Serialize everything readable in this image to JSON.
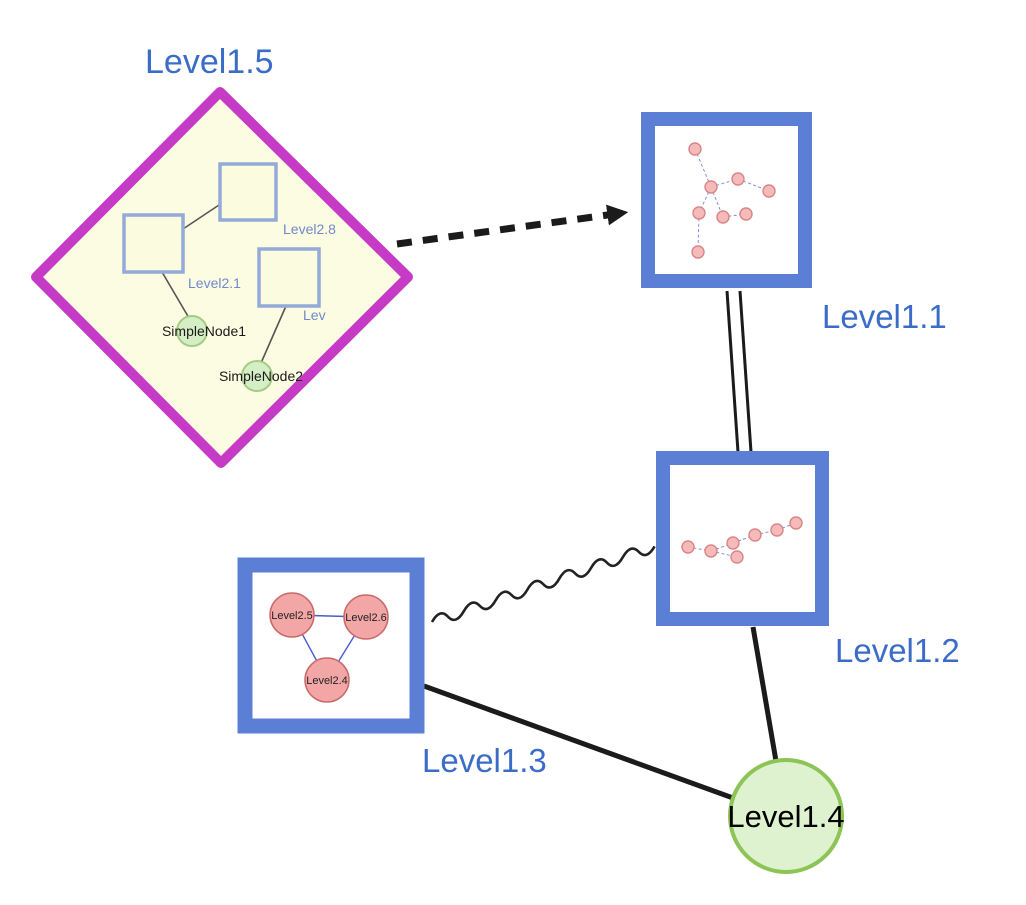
{
  "nodes": {
    "level15": {
      "label": "Level1.5"
    },
    "level11": {
      "label": "Level1.1"
    },
    "level12": {
      "label": "Level1.2"
    },
    "level13": {
      "label": "Level1.3"
    },
    "level14": {
      "label": "Level1.4"
    },
    "level15_children": {
      "squares": [
        {
          "label": "Level2.8"
        },
        {
          "label": "Level2.1"
        },
        {
          "label": "Lev"
        }
      ],
      "simple_nodes": [
        {
          "label": "SimpleNode1"
        },
        {
          "label": "SimpleNode2"
        }
      ]
    },
    "level13_children": [
      {
        "label": "Level2.5"
      },
      {
        "label": "Level2.6"
      },
      {
        "label": "Level2.4"
      }
    ]
  },
  "edges": [
    {
      "from": "Level1.5",
      "to": "Level1.1",
      "style": "thick-dashed-arrow"
    },
    {
      "from": "Level1.1",
      "to": "Level1.2",
      "style": "double-parallel-line"
    },
    {
      "from": "Level1.3",
      "to": "Level1.2",
      "style": "wavy-line"
    },
    {
      "from": "Level1.3",
      "to": "Level1.4",
      "style": "solid-line"
    },
    {
      "from": "Level1.2",
      "to": "Level1.4",
      "style": "solid-line"
    },
    {
      "from": "Level2.1",
      "to": "Level2.8",
      "style": "thin-solid"
    },
    {
      "from": "Level2.1",
      "to": "SimpleNode1",
      "style": "thin-solid"
    },
    {
      "from": "Lev",
      "to": "SimpleNode2",
      "style": "thin-solid"
    },
    {
      "from": "Level2.5",
      "to": "Level2.6",
      "style": "thin-solid-blue"
    },
    {
      "from": "Level2.5",
      "to": "Level2.4",
      "style": "thin-solid-blue"
    },
    {
      "from": "Level2.6",
      "to": "Level2.4",
      "style": "thin-solid-blue"
    }
  ],
  "colors": {
    "label_blue": "#3a6cc8",
    "group_border_blue": "#5b7fd4",
    "diamond_magenta": "#c63bc6",
    "diamond_fill": "#fcfce2",
    "inner_square_border": "#94aad8",
    "inner_square_fill": "#fbfbdf",
    "simple_node_fill": "#d6eec6",
    "simple_node_border": "#a5cc85",
    "pink_node_fill": "#f2a6a6",
    "pink_node_border": "#c96a6a",
    "preview_node_fill": "#f6baba",
    "preview_node_border": "#d98585",
    "level14_fill": "#def2d0",
    "level14_border": "#8cc455",
    "edge_black": "#1b1b1b"
  }
}
